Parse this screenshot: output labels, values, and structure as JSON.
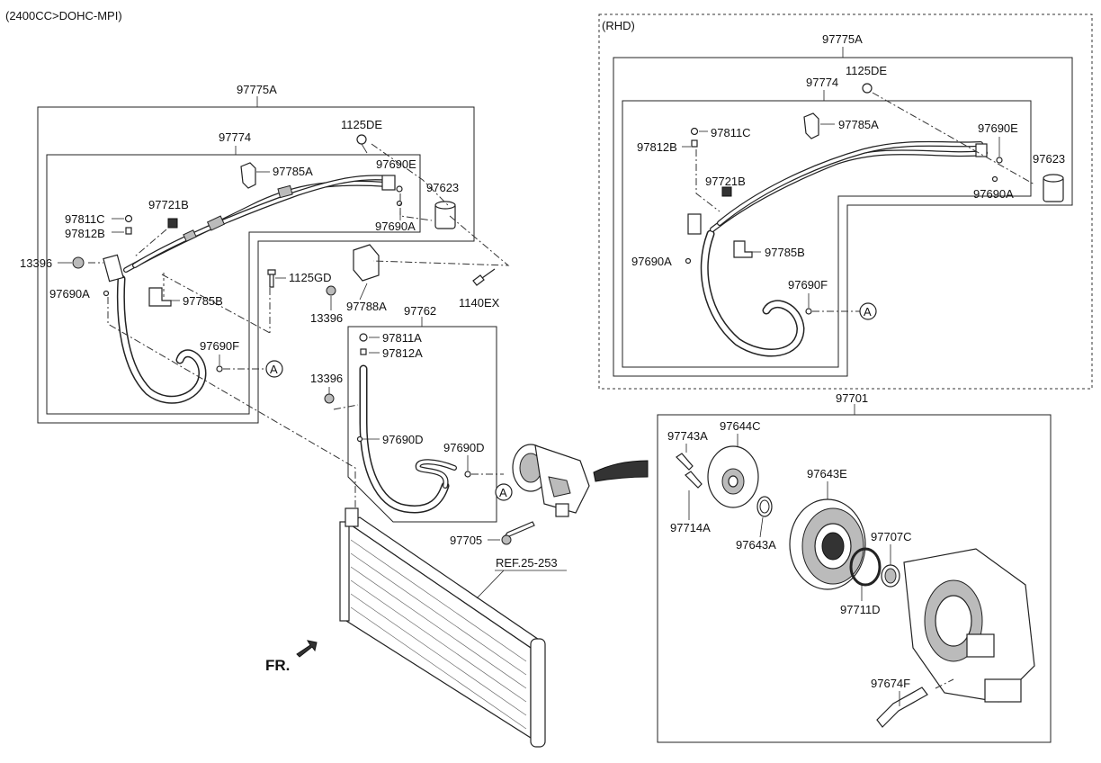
{
  "header": {
    "engine_spec": "(2400CC>DOHC-MPI)"
  },
  "rhd_section": {
    "title": "(RHD)"
  },
  "labels": {
    "hose_assy": "97775A",
    "pipe_assy": "97774",
    "bolt_1125DE": "1125DE",
    "valve_core_97690E": "97690E",
    "receiver_97623": "97623",
    "oring_97690A": "97690A",
    "bracket_97785A": "97785A",
    "bracket_97785B": "97785B",
    "cap_97721B": "97721B",
    "cap_97811C": "97811C",
    "core_97812B": "97812B",
    "nut_13396": "13396",
    "bolt_1125GD": "1125GD",
    "sensor_97788A": "97788A",
    "bolt_1140EX": "1140EX",
    "oring_97690F": "97690F",
    "discharge_hose": "97762",
    "cap_97811A": "97811A",
    "core_97812A": "97812A",
    "oring_97690D": "97690D",
    "bolt_97705": "97705",
    "ref_condenser": "REF.25-253",
    "front_indicator": "FR.",
    "ref_circle_a": "A",
    "compressor_assy": "97701",
    "bolt_97743A": "97743A",
    "disc_hub_97644C": "97644C",
    "bolt_97714A": "97714A",
    "shim_97643A": "97643A",
    "pulley_97643E": "97643E",
    "snap_ring_97707C": "97707C",
    "coil_97711D": "97711D",
    "switch_97674F": "97674F"
  }
}
